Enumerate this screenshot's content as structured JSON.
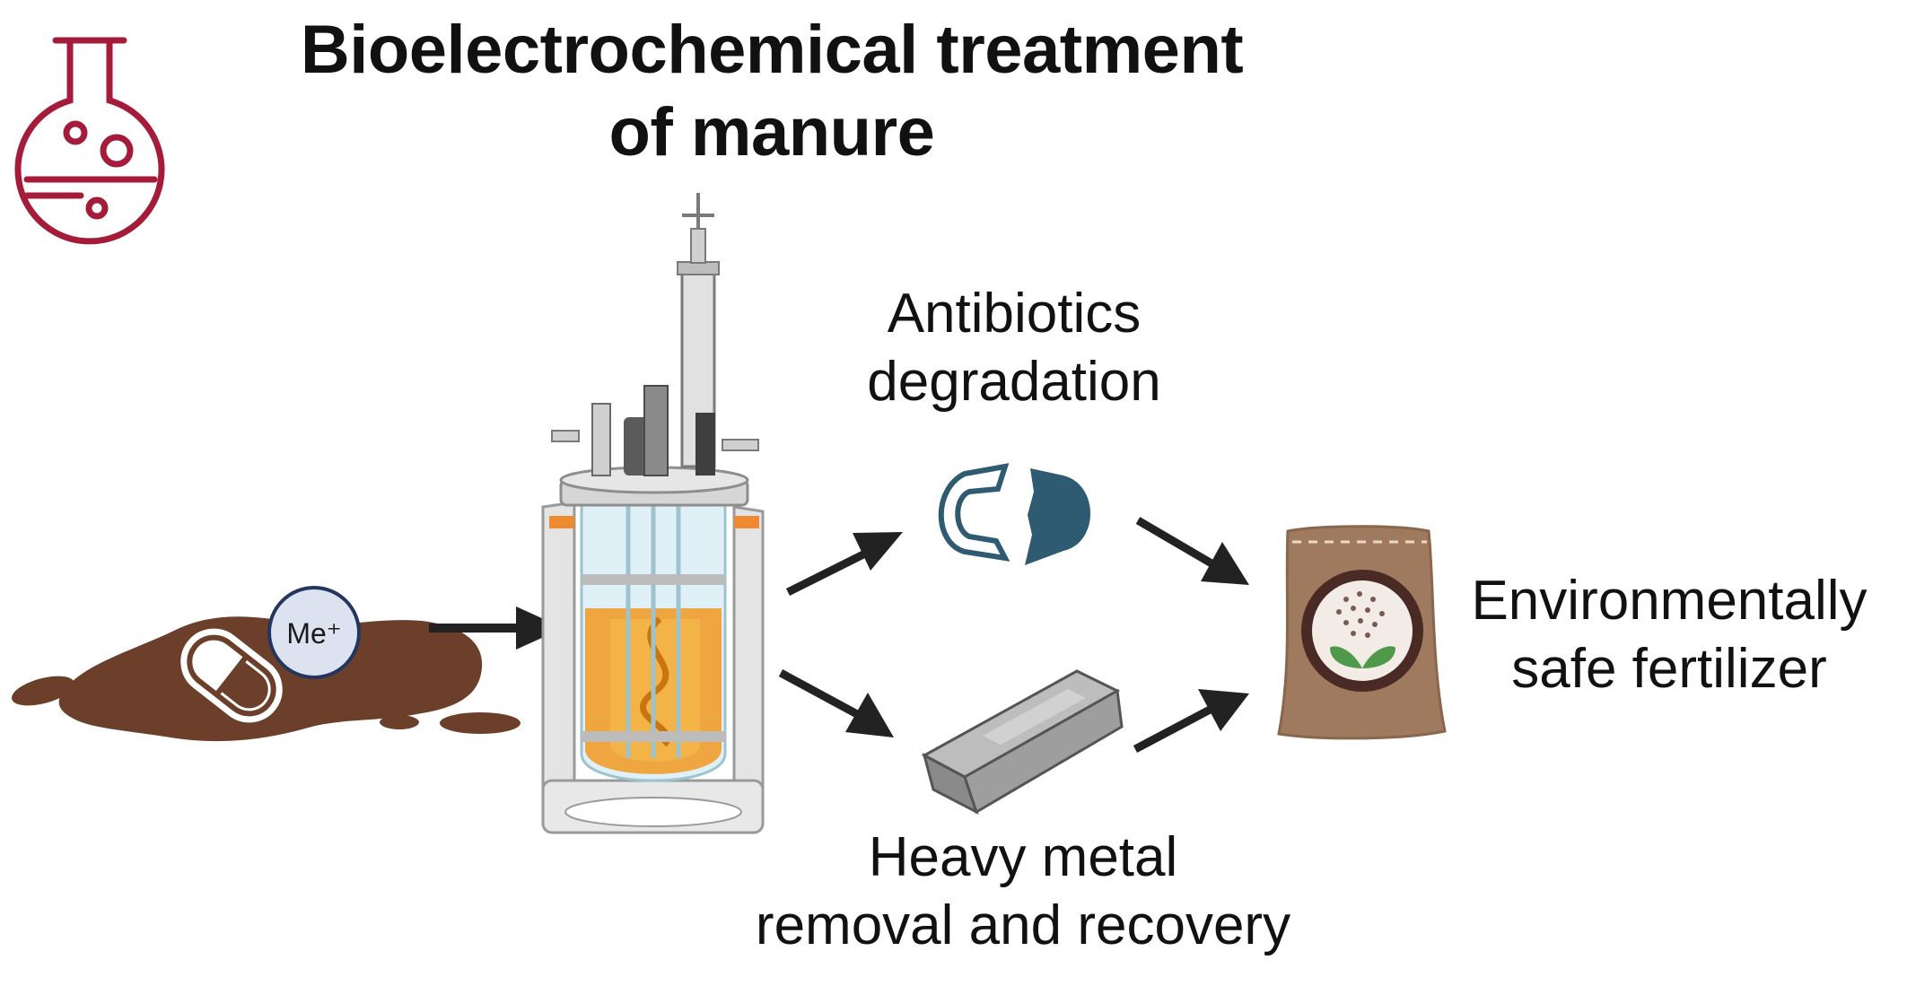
{
  "title": {
    "line1": "Bioelectrochemical treatment",
    "line2": "of manure"
  },
  "metal_ion_label": "Me⁺",
  "labels": {
    "antibiotics": {
      "line1": "Antibiotics",
      "line2": "degradation"
    },
    "heavy_metal": {
      "line1": "Heavy metal",
      "line2": "removal and recovery"
    },
    "fertilizer": {
      "line1": "Environmentally",
      "line2": "safe fertilizer"
    }
  },
  "icons": [
    "flask-icon",
    "manure-puddle-icon",
    "pill-capsule-icon",
    "metal-ion-icon",
    "bioreactor-icon",
    "broken-capsule-icon",
    "metal-ingot-icon",
    "fertilizer-bag-icon"
  ],
  "colors": {
    "flask": "#a51c3a",
    "manure": "#6b3f2a",
    "reactor_liquid": "#f0a030",
    "capsule": "#2e5a72",
    "metal": "#9a9a9a",
    "bag": "#a07a5e",
    "arrow": "#222222"
  }
}
